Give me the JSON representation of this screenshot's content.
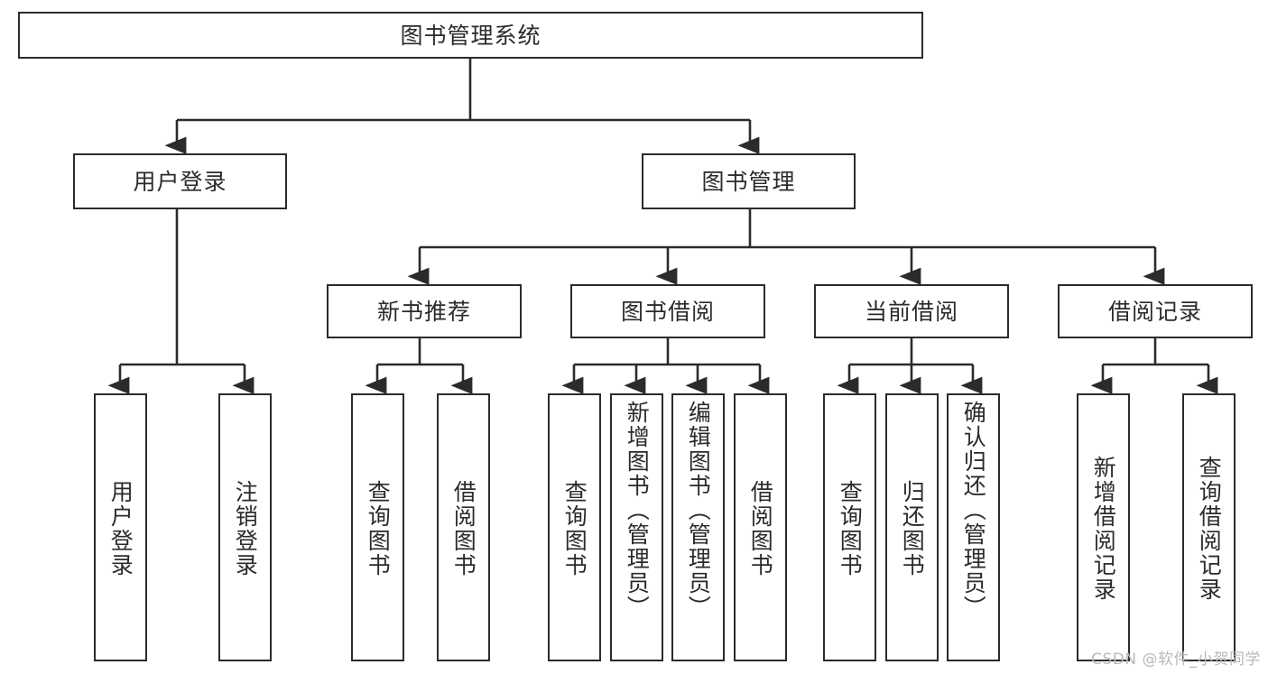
{
  "diagram": {
    "title_node": {
      "label": "图书管理系统"
    },
    "level2": [
      {
        "label": "用户登录"
      },
      {
        "label": "图书管理"
      }
    ],
    "level3": [
      {
        "label": "新书推荐"
      },
      {
        "label": "图书借阅"
      },
      {
        "label": "当前借阅"
      },
      {
        "label": "借阅记录"
      }
    ],
    "leaves": [
      {
        "label": "用户登录"
      },
      {
        "label": "注销登录"
      },
      {
        "label": "查询图书"
      },
      {
        "label": "借阅图书"
      },
      {
        "label": "查询图书"
      },
      {
        "label": "新增图书（管理员）"
      },
      {
        "label": "编辑图书（管理员）"
      },
      {
        "label": "借阅图书"
      },
      {
        "label": "查询图书"
      },
      {
        "label": "归还图书"
      },
      {
        "label": "确认归还（管理员）"
      },
      {
        "label": "新增借阅记录"
      },
      {
        "label": "查询借阅记录"
      }
    ]
  },
  "watermark": {
    "text": "CSDN @软件_小贺同学"
  },
  "colors": {
    "line": "#2b2b2b",
    "box_fill": "#ffffff",
    "text": "#2b2b2b",
    "watermark": "#b9b9b9"
  }
}
